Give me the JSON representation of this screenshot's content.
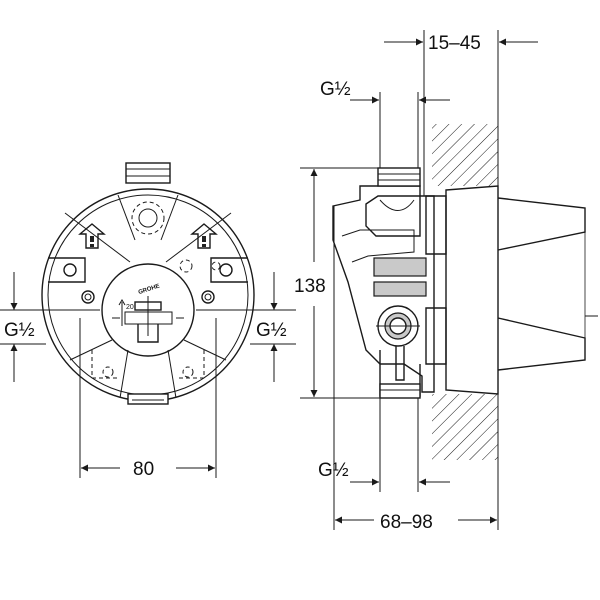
{
  "brand_logo": "GROHE",
  "dimensions": {
    "front_width": "80",
    "left_thread": "G½",
    "right_thread": "G½",
    "height": "138",
    "top_thread": "G½",
    "bottom_thread": "G½",
    "wall_depth_range": "15–45",
    "depth_range": "68–98",
    "stop_marking": "20"
  },
  "colors": {
    "line": "#1a1a1a",
    "fill": "#ffffff",
    "shade": "#c9c9c9"
  }
}
